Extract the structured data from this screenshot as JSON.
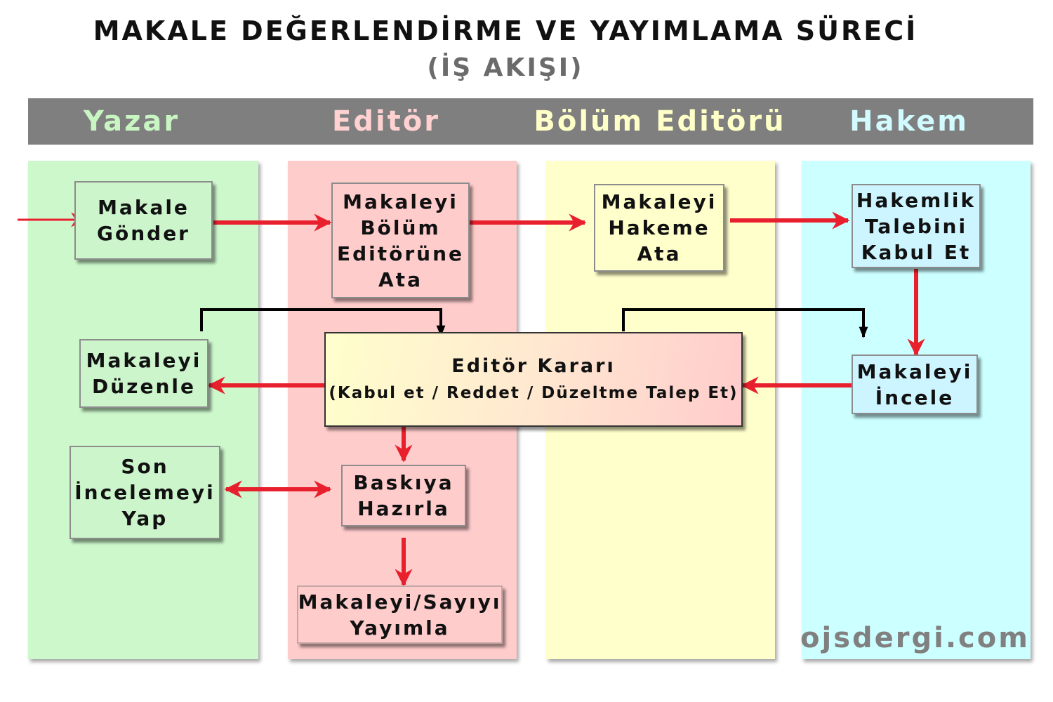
{
  "header": {
    "title": "MAKALE DEĞERLENDİRME VE YAYIMLAMA SÜRECİ",
    "subtitle": "(İŞ AKIŞI)"
  },
  "lanes": [
    {
      "name": "Yazar",
      "title_color": "#c9f5c3",
      "fill": "#ccf8cc"
    },
    {
      "name": "Editör",
      "title_color": "#ffd1d1",
      "fill": "#ffcccc"
    },
    {
      "name": "Bölüm Editörü",
      "title_color": "#ffffc8",
      "fill": "#ffffcc"
    },
    {
      "name": "Hakem",
      "title_color": "#d2fbff",
      "fill": "#ccffff"
    }
  ],
  "steps": {
    "submit": [
      "Makale",
      "Gönder"
    ],
    "assign_section_editor": [
      "Makaleyi",
      "Bölüm",
      "Editörüne",
      "Ata"
    ],
    "assign_reviewer": [
      "Makaleyi",
      "Hakeme",
      "Ata"
    ],
    "accept_review": [
      "Hakemlik",
      "Talebini",
      "Kabul Et"
    ],
    "review": [
      "Makaleyi",
      "İncele"
    ],
    "revise": [
      "Makaleyi",
      "Düzenle"
    ],
    "decision": {
      "title": "Editör Kararı",
      "options": "(Kabul et / Reddet / Düzeltme Talep Et)"
    },
    "final_check": [
      "Son",
      "İncelemeyi",
      "Yap"
    ],
    "prepare_print": [
      "Baskıya",
      "Hazırla"
    ],
    "publish": [
      "Makaleyi/Sayıyı",
      "Yayımla"
    ]
  },
  "footer": {
    "site": "ojsdergi.com"
  },
  "colors": {
    "arrow_red": "#e8202d",
    "connector_black": "#000000",
    "header_band": "#7f7f7f"
  }
}
